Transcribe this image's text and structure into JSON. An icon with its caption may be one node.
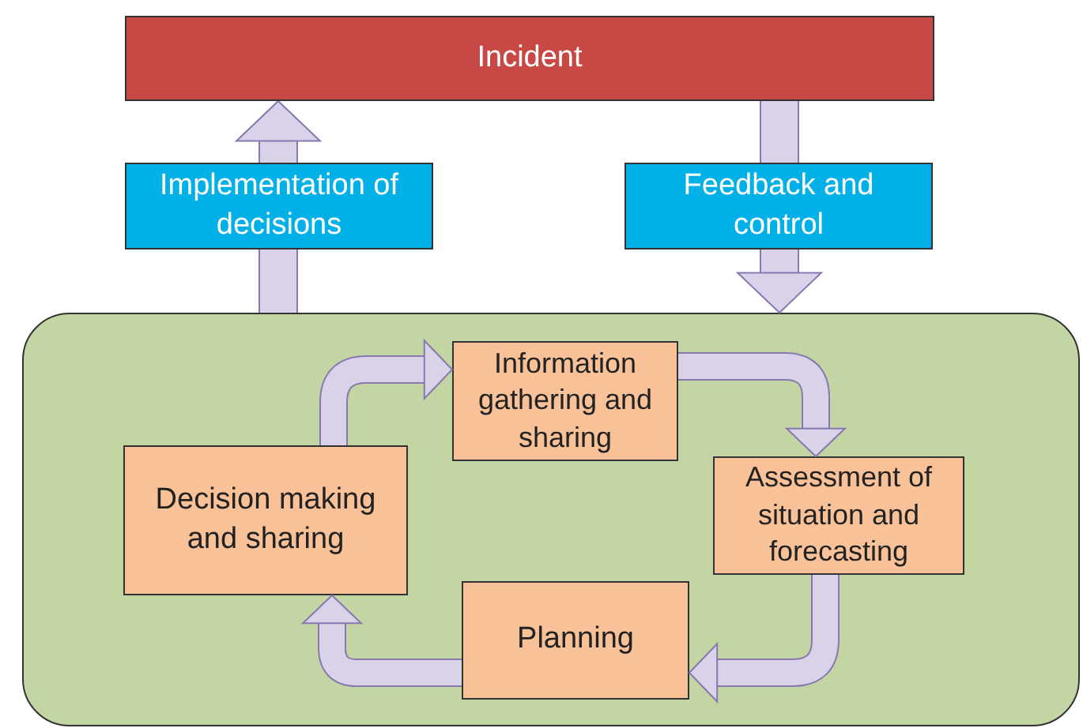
{
  "diagram": {
    "nodes": [
      {
        "text": [
          "Incident"
        ]
      },
      {
        "text": [
          "Implementation of decisions"
        ]
      },
      {
        "text": [
          "Feedback and control"
        ]
      },
      {
        "text": [],
        "shape": "box"
      },
      {
        "text": [
          "Information gathering and sharing"
        ],
        "in": 3
      },
      {
        "text": [
          "Assessment of situation and forecasting"
        ],
        "in": 3
      },
      {
        "text": [
          "Planning"
        ],
        "in": 3
      },
      {
        "text": [
          "Decision making and sharing"
        ],
        "in": 3
      }
    ],
    "edges": [
      {
        "from": 3,
        "to": 1,
        "arrow": "none"
      },
      {
        "from": 1,
        "to": 0,
        "arrow": "to"
      },
      {
        "from": 0,
        "to": 2,
        "arrow": "none"
      },
      {
        "from": 2,
        "to": 3,
        "arrow": "to"
      },
      {
        "from": 7,
        "to": 4,
        "arrow": "to"
      },
      {
        "from": 4,
        "to": 5,
        "arrow": "to"
      },
      {
        "from": 5,
        "to": 6,
        "arrow": "to"
      },
      {
        "from": 6,
        "to": 7,
        "arrow": "to"
      }
    ]
  }
}
